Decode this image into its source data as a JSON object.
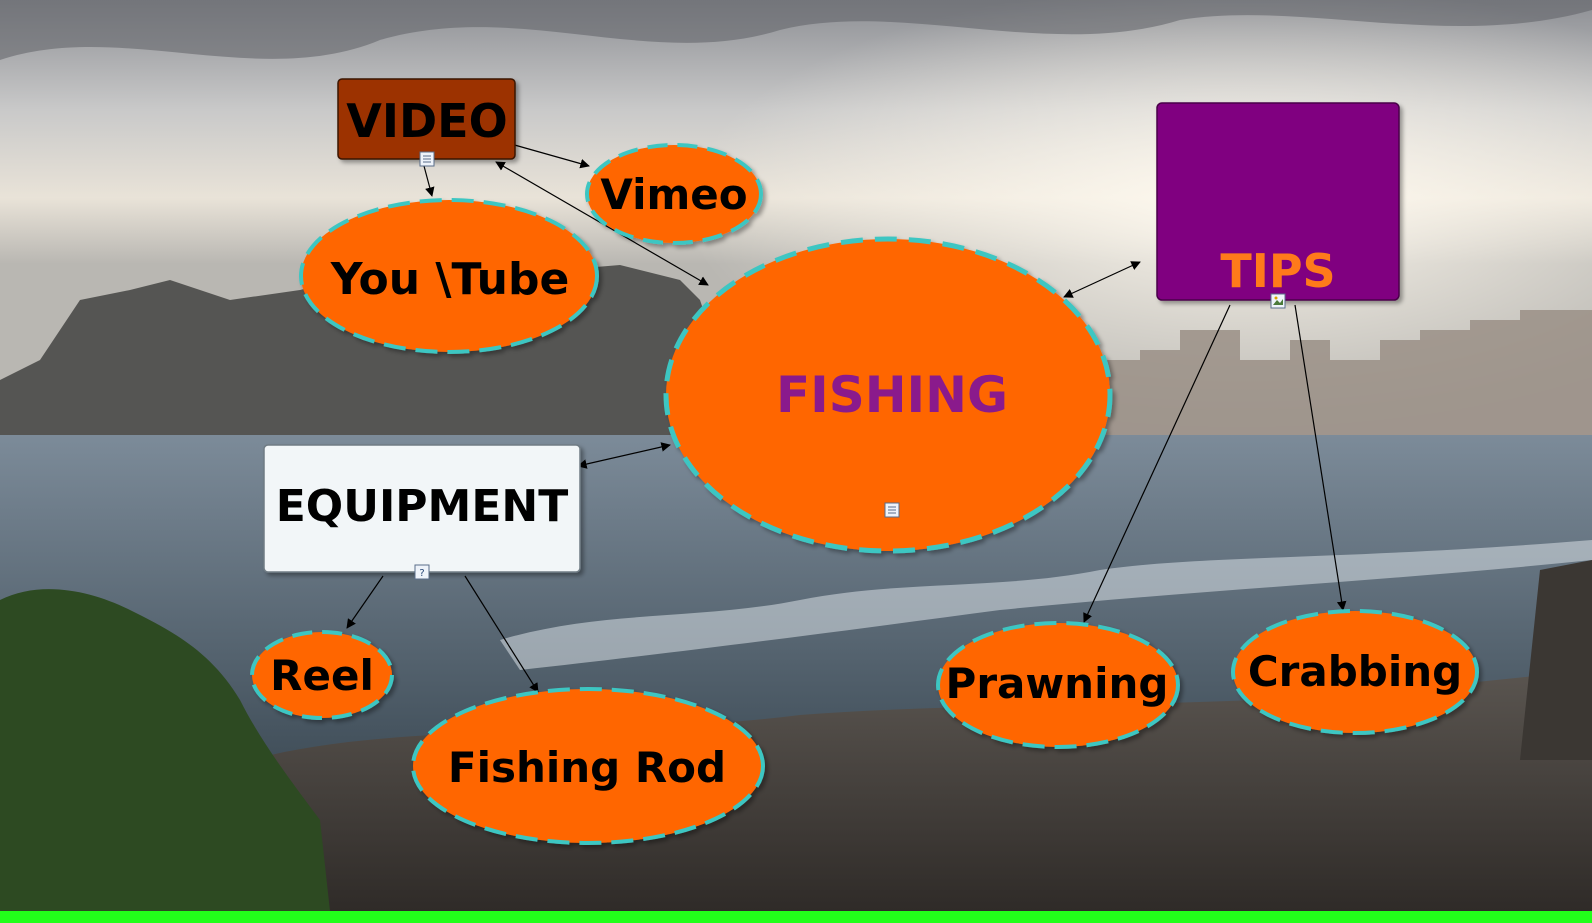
{
  "diagram": {
    "nodes": {
      "fishing": {
        "label": "FISHING"
      },
      "video": {
        "label": "VIDEO"
      },
      "vimeo": {
        "label": "Vimeo"
      },
      "youtube": {
        "label": "You \\Tube"
      },
      "tips": {
        "label": "TIPS"
      },
      "equipment": {
        "label": "EQUIPMENT"
      },
      "reel": {
        "label": "Reel"
      },
      "fishing_rod": {
        "label": "Fishing Rod"
      },
      "prawning": {
        "label": "Prawning"
      },
      "crabbing": {
        "label": "Crabbing"
      }
    },
    "edges": [
      {
        "from": "fishing",
        "to": "video",
        "direction": "both"
      },
      {
        "from": "video",
        "to": "vimeo",
        "direction": "forward"
      },
      {
        "from": "video",
        "to": "youtube",
        "direction": "forward"
      },
      {
        "from": "fishing",
        "to": "tips",
        "direction": "both"
      },
      {
        "from": "fishing",
        "to": "equipment",
        "direction": "both"
      },
      {
        "from": "equipment",
        "to": "reel",
        "direction": "forward"
      },
      {
        "from": "equipment",
        "to": "fishing_rod",
        "direction": "forward"
      },
      {
        "from": "tips",
        "to": "prawning",
        "direction": "forward"
      },
      {
        "from": "tips",
        "to": "crabbing",
        "direction": "forward"
      }
    ]
  },
  "colors": {
    "ellipse_fill": "#ff6600",
    "ellipse_border": "#3ec6c2",
    "fishing_text": "#8a1a8c",
    "video_fill": "#9c3300",
    "tips_fill": "#800080",
    "tips_text": "#ff7a1a",
    "equipment_fill": "#f2f6f8",
    "text_dark": "#000000",
    "bottom_bar": "#22ff1a"
  },
  "icons": {
    "fishing": "note-icon",
    "video": "note-icon",
    "tips": "image-icon",
    "equipment": "help-icon"
  }
}
